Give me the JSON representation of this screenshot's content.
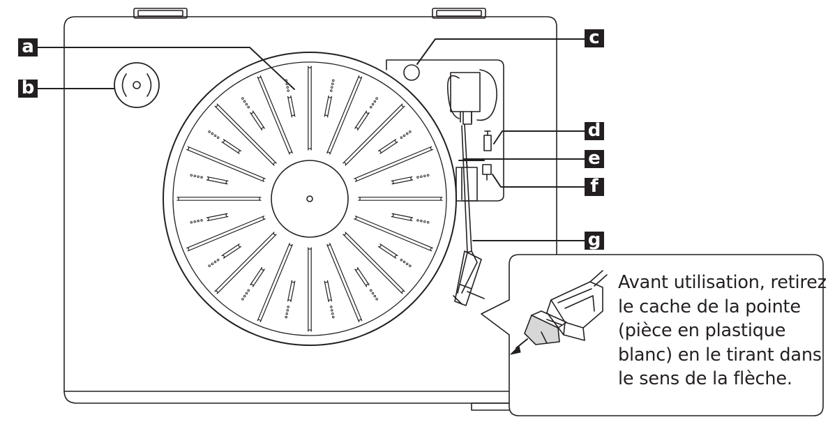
{
  "callouts": [
    {
      "id": "a",
      "letter": "a"
    },
    {
      "id": "b",
      "letter": "b"
    },
    {
      "id": "c",
      "letter": "c"
    },
    {
      "id": "d",
      "letter": "d"
    },
    {
      "id": "e",
      "letter": "e"
    },
    {
      "id": "f",
      "letter": "f"
    },
    {
      "id": "g",
      "letter": "g"
    }
  ],
  "note": {
    "lines": [
      "Avant utilisation, retirez",
      "le cache de la pointe",
      "(pièce en plastique",
      "blanc) en le tirant dans",
      "le sens de la flèche."
    ]
  },
  "colors": {
    "ink": "#231f20",
    "background": "#ffffff",
    "label_text": "#ffffff"
  },
  "icons": {
    "note_arrow": "arrow-pull-left-icon",
    "adapter": "adapter-icon"
  }
}
